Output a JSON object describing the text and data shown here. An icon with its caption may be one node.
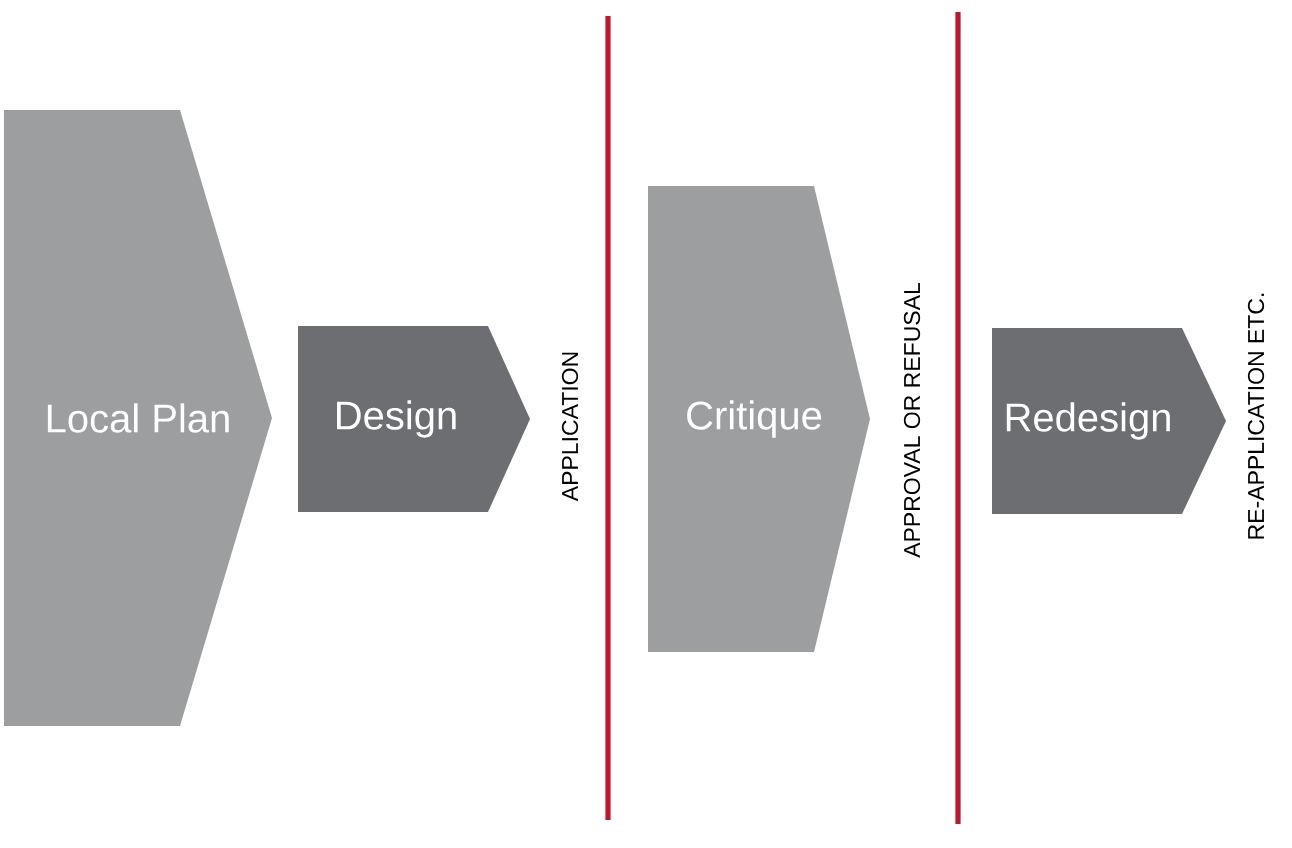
{
  "diagram": {
    "nodes": [
      {
        "text": [
          "Local Plan"
        ]
      },
      {
        "text": [
          "Design"
        ]
      },
      {
        "text": [
          "Critique"
        ]
      },
      {
        "text": [
          "Redesign"
        ]
      }
    ],
    "labels": [
      "APPLICATION",
      "APPROVAL OR REFUSAL",
      "RE-APPLICATION ETC."
    ]
  }
}
